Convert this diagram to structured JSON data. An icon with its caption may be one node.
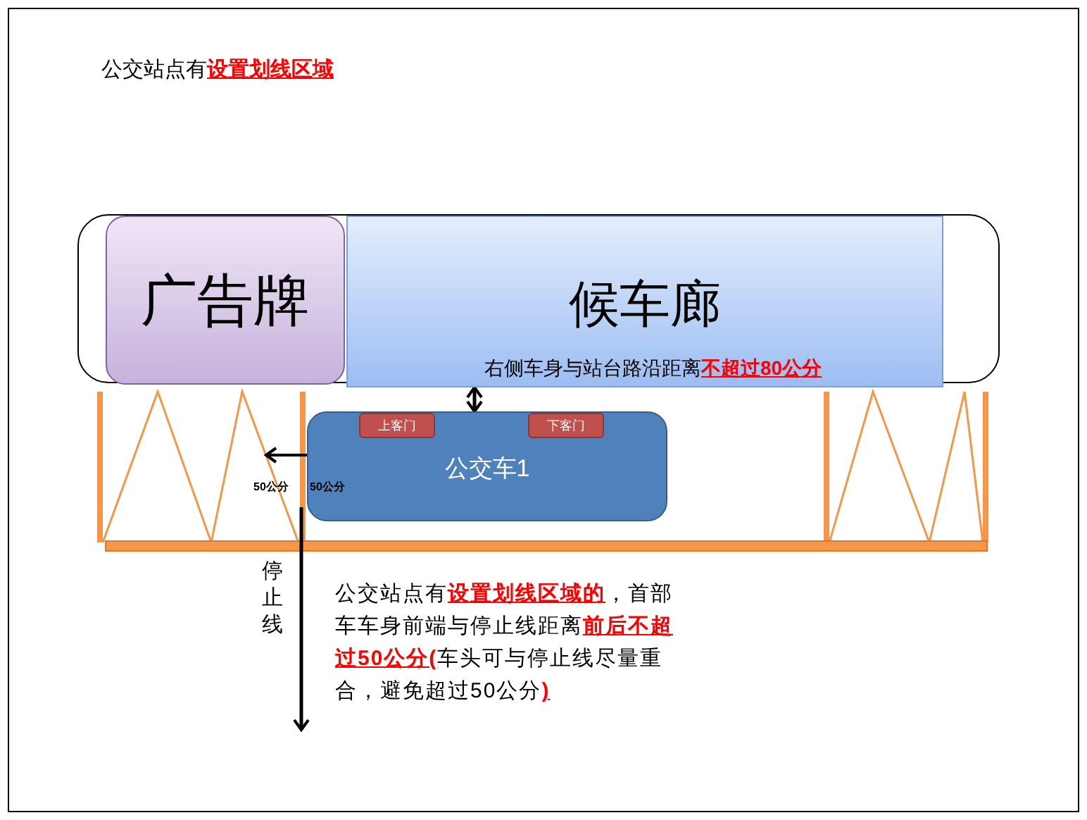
{
  "diagram": {
    "title": "公交站点有**设置划线区域**",
    "nodes": [
      {
        "text": [],
        "shape": "box"
      },
      {
        "text": [
          "广告牌"
        ],
        "in": 0
      },
      {
        "text": [
          "候车廊"
        ],
        "in": 0
      },
      {
        "text": [
          "公交车1"
        ]
      },
      {
        "text": [
          "上客门"
        ],
        "in": 3
      },
      {
        "text": [
          "下客门"
        ],
        "in": 3
      }
    ],
    "edges": [
      {
        "from": 2,
        "to": 3,
        "arrow": "both"
      }
    ],
    "labels": [
      "右侧车身与站台路沿距离**不超过80公分**",
      "50公分",
      "50公分",
      "停止线",
      "公交站点有**设置划线区域的**，首部车车身前端与停止线距离**前后不超过50公分(**车头可与停止线尽量重合，避免超过50公分**)**"
    ]
  }
}
